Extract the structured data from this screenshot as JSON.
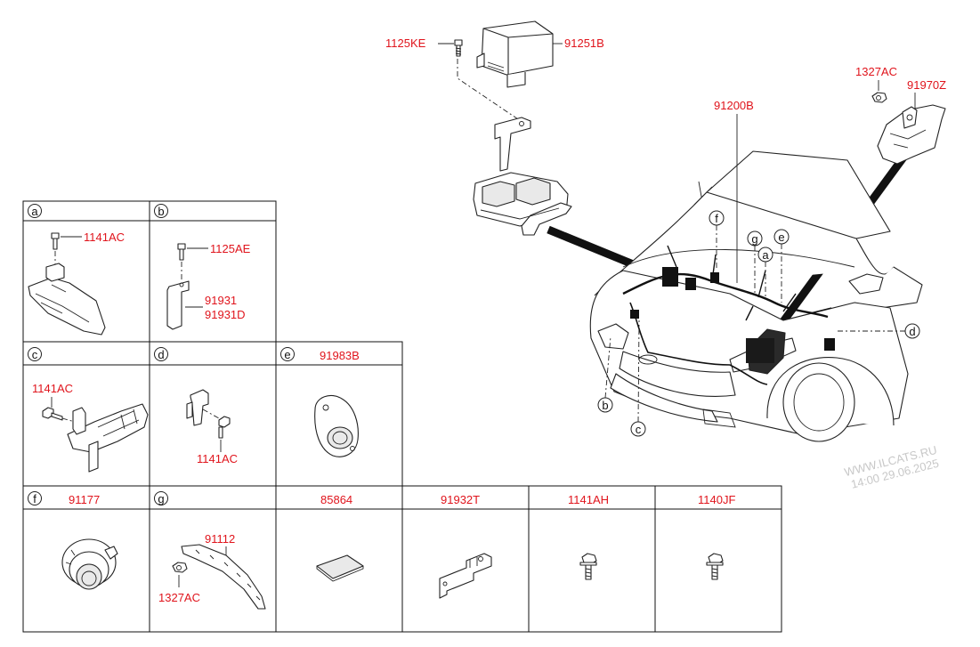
{
  "callouts": {
    "bolt_top": "1125KE",
    "relay_box": "91251B",
    "nut_top_right": "1327AC",
    "bracket_top_right": "91970Z",
    "main_harness": "91200B"
  },
  "pointer_letters": [
    "a",
    "b",
    "c",
    "d",
    "e",
    "f",
    "g"
  ],
  "grid": {
    "a": {
      "letter": "a",
      "p1": "1141AC"
    },
    "b": {
      "letter": "b",
      "p1": "1125AE",
      "p2": "91931",
      "p3": "91931D"
    },
    "c": {
      "letter": "c",
      "p1": "1141AC"
    },
    "d": {
      "letter": "d",
      "p1": "1141AC"
    },
    "e": {
      "letter": "e",
      "header": "91983B"
    },
    "f": {
      "letter": "f",
      "header": "91177"
    },
    "g": {
      "letter": "g",
      "p1": "91112",
      "p2": "1327AC"
    },
    "h": {
      "header": "85864"
    },
    "i": {
      "header": "91932T"
    },
    "j": {
      "header": "1141AH"
    },
    "k": {
      "header": "1140JF"
    }
  },
  "watermark": {
    "line1": "WWW.ILCATS.RU",
    "line2": "14:00 29.06.2025"
  }
}
